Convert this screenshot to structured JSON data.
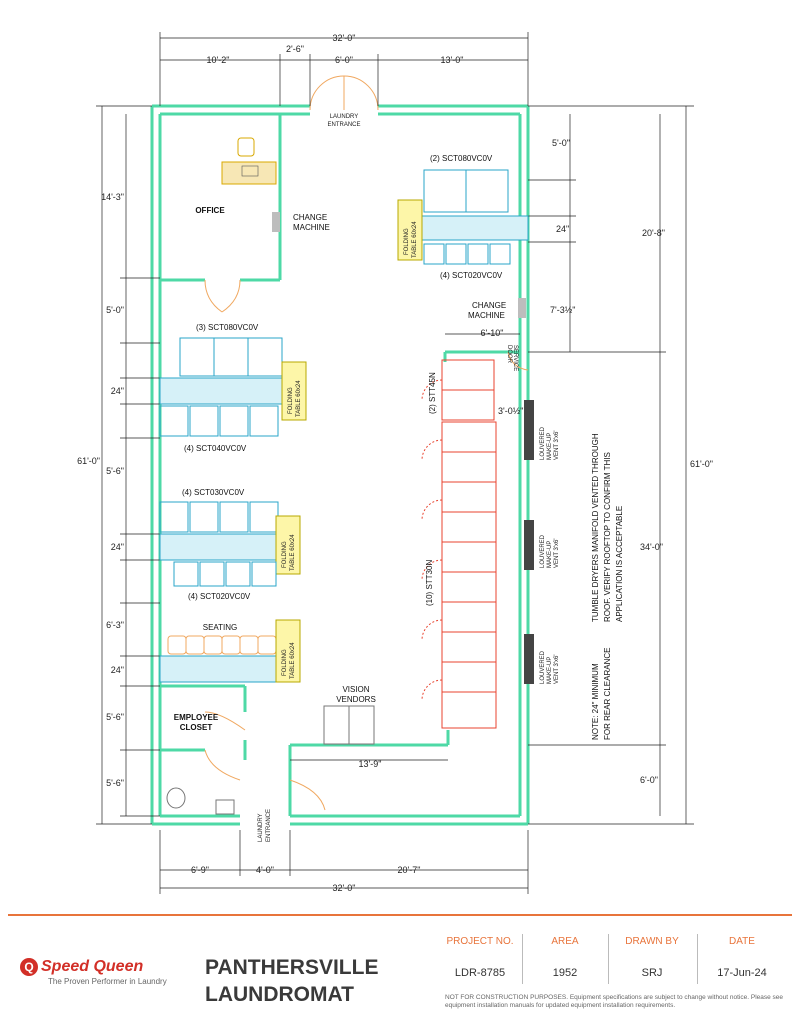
{
  "plan": {
    "dims_top": {
      "overall": "32'-0\"",
      "left": "10'-2\"",
      "gap": "2'-6\"",
      "door": "6'-0\"",
      "right": "13'-0\""
    },
    "dims_bottom": {
      "overall": "32'-0\"",
      "left": "6'-9\"",
      "mid": "4'-0\"",
      "right": "20'-7\""
    },
    "dims_left": {
      "overall": "61'-0\"",
      "office": "14'-3\"",
      "a": "5'-0\"",
      "b": "24\"",
      "c": "5'-6\"",
      "d": "24\"",
      "e": "6'-3\"",
      "f": "24\"",
      "g": "5'-6\"",
      "h": "5'-6\""
    },
    "dims_right": {
      "overall": "61'-0\"",
      "upper": "20'-8\"",
      "lower": "34'-0\"",
      "bottom": "6'-0\"",
      "a": "5'-0\"",
      "b": "24\"",
      "c": "7'-3½\""
    },
    "dims_inner": {
      "service": "6'-10\"",
      "vend": "13'-9\"",
      "small": "3'-0½\""
    },
    "rooms": {
      "laundry_entrance_top": [
        "LAUNDRY",
        "ENTRANCE"
      ],
      "office": "OFFICE",
      "change_machine_left": [
        "CHANGE",
        "MACHINE"
      ],
      "change_machine_right": [
        "CHANGE",
        "MACHINE"
      ],
      "service_door": [
        "SERVICE",
        "DOOR"
      ],
      "seating": "SEATING",
      "employee_closet": [
        "EMPLOYEE",
        "CLOSET"
      ],
      "vision_vendors": [
        "VISION",
        "VENDORS"
      ],
      "laundry_entrance_bottom": [
        "LAUNDRY",
        "ENTRANCE"
      ]
    },
    "equipment": {
      "right_top_washers": "(2)  SCT080VC0V",
      "right_top_small": "(4)  SCT020VC0V",
      "left_a": "(3)  SCT080VC0V",
      "left_b": "(4)  SCT040VC0V",
      "left_c": "(4)  SCT030VC0V",
      "left_d": "(4)  SCT020VC0V",
      "stacked_top": "(2) STT45N",
      "stacked_main": "(10) STT30N"
    },
    "folding_table": [
      "FOLDING",
      "TABLE  60x24"
    ],
    "vents": [
      "LOUVERED",
      "MAKE-UP",
      "VENT  3'x6'"
    ],
    "notes": {
      "tumble": [
        "TUMBLE DRYERS MANIFOLD VENTED THROUGH",
        "ROOF.  VERIFY ROOFTOP TO CONFIRM THIS",
        "APPLICATION IS ACCEPTABLE"
      ],
      "clearance": [
        "NOTE:  24\"  MINIMUM",
        "FOR REAR  CLEARANCE"
      ]
    }
  },
  "footer": {
    "brand": "Speed Queen",
    "tagline": "The Proven Performer in Laundry",
    "title_line1": "PANTHERSVILLE",
    "title_line2": "LAUNDROMAT",
    "columns": [
      {
        "header": "PROJECT NO.",
        "value": "LDR-8785"
      },
      {
        "header": "AREA",
        "value": "1952"
      },
      {
        "header": "DRAWN BY",
        "value": "SRJ"
      },
      {
        "header": "DATE",
        "value": "17-Jun-24"
      }
    ],
    "disclaimer": "NOT FOR CONSTRUCTION PURPOSES. Equipment specifications are subject to change without notice. Please see equipment installation manuals for updated equipment installation requirements."
  },
  "colors": {
    "wall": "#4ed9a6",
    "washer": "#2aa5c8",
    "dryer": "#e8432f",
    "table": "#d8c800",
    "accent": "#e8743b",
    "brand": "#d22f27"
  }
}
